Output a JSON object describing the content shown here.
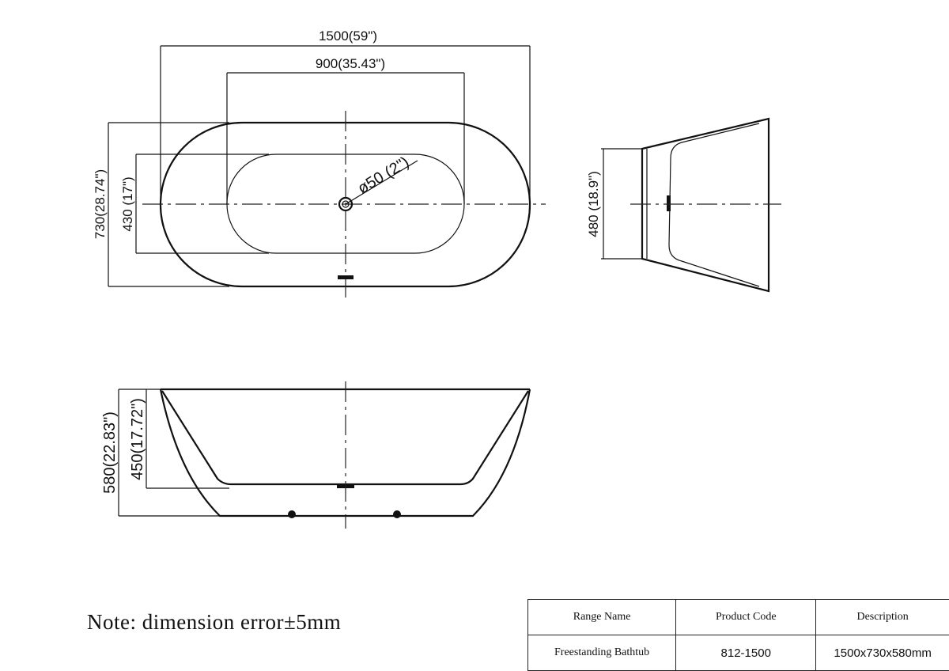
{
  "dimensions": {
    "length": "1500(59\")",
    "inner_length": "900(35.43\")",
    "width": "730(28.74\")",
    "inner_width": "430 (17\")",
    "drain": "ø50 (2\")",
    "end_width": "480 (18.9\")",
    "height": "580(22.83\")",
    "inner_depth": "450(17.72\")"
  },
  "note": "Note: dimension error±5mm",
  "table": {
    "headers": [
      "Range Name",
      "Product Code",
      "Description"
    ],
    "row": [
      "Freestanding Bathtub",
      "812-1500",
      "1500x730x580mm"
    ]
  }
}
